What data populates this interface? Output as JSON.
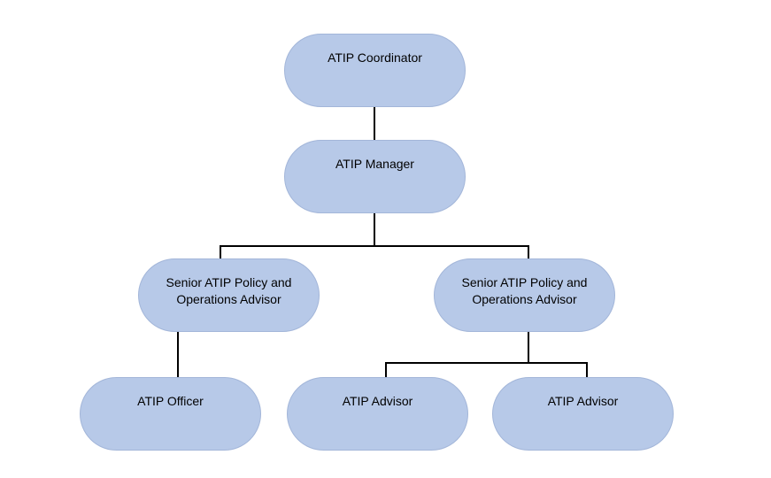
{
  "colors": {
    "node_fill": "#b7c9e8",
    "node_border": "#a3b6d9",
    "connector": "#000000",
    "text": "#000000"
  },
  "org_chart": {
    "coordinator": {
      "label": "ATIP Coordinator"
    },
    "manager": {
      "label": "ATIP Manager"
    },
    "senior_left": {
      "label": "Senior ATIP Policy and\nOperations Advisor"
    },
    "senior_right": {
      "label": "Senior ATIP Policy and\nOperations Advisor"
    },
    "officer": {
      "label": "ATIP Officer"
    },
    "advisor_1": {
      "label": "ATIP Advisor"
    },
    "advisor_2": {
      "label": "ATIP Advisor"
    }
  }
}
